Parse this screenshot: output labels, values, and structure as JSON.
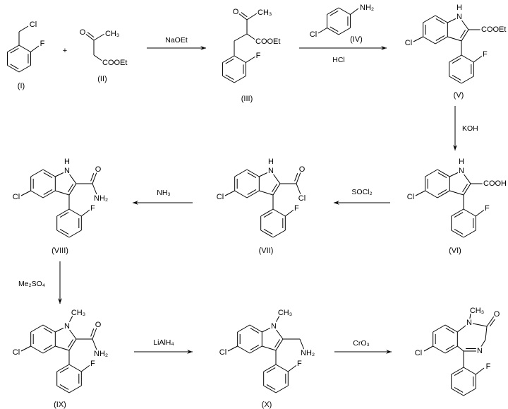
{
  "plus_sign": "+",
  "reagents": {
    "naoet": "NaOEt",
    "hcl": "HCl",
    "koh": "KOH",
    "socl2": "SOCl₂",
    "nh3": "NH₃",
    "me2so4": "Me₂SO₄",
    "lialh4": "LiAlH₄",
    "cro3": "CrO₃"
  },
  "compounds": [
    {
      "label": "(I)",
      "atoms": {
        "cl": "Cl",
        "f": "F"
      }
    },
    {
      "label": "(II)",
      "atoms": {
        "o": "O",
        "me": "CH₃",
        "ester": "COOEt"
      }
    },
    {
      "label": "(III)",
      "atoms": {
        "o": "O",
        "me": "CH₃",
        "ester": "COOEt",
        "f": "F"
      }
    },
    {
      "label": "(IV)",
      "atoms": {
        "nh2": "NH₂",
        "cl": "Cl"
      }
    },
    {
      "label": "(V)",
      "atoms": {
        "n_sub": "H",
        "n": "N",
        "x": "COOEt",
        "cl": "Cl",
        "f": "F"
      }
    },
    {
      "label": "(VI)",
      "atoms": {
        "n_sub": "H",
        "n": "N",
        "x": "COOH",
        "cl": "Cl",
        "f": "F"
      }
    },
    {
      "label": "(VII)",
      "atoms": {
        "n_sub": "H",
        "n": "N",
        "o": "O",
        "x": "Cl",
        "cl": "Cl",
        "f": "F"
      }
    },
    {
      "label": "(VIII)",
      "atoms": {
        "n_sub": "H",
        "n": "N",
        "o": "O",
        "x": "NH₂",
        "cl": "Cl",
        "f": "F"
      }
    },
    {
      "label": "(IX)",
      "atoms": {
        "n_sub": "CH₃",
        "n": "N",
        "o": "O",
        "x": "NH₂",
        "cl": "Cl",
        "f": "F"
      }
    },
    {
      "label": "(X)",
      "atoms": {
        "n_sub": "CH₃",
        "n": "N",
        "x": "NH₂",
        "cl": "Cl",
        "f": "F"
      }
    },
    {
      "atoms": {
        "me": "CH₃",
        "n1": "N",
        "o": "O",
        "n4": "N",
        "cl": "Cl",
        "f": "F"
      }
    }
  ]
}
